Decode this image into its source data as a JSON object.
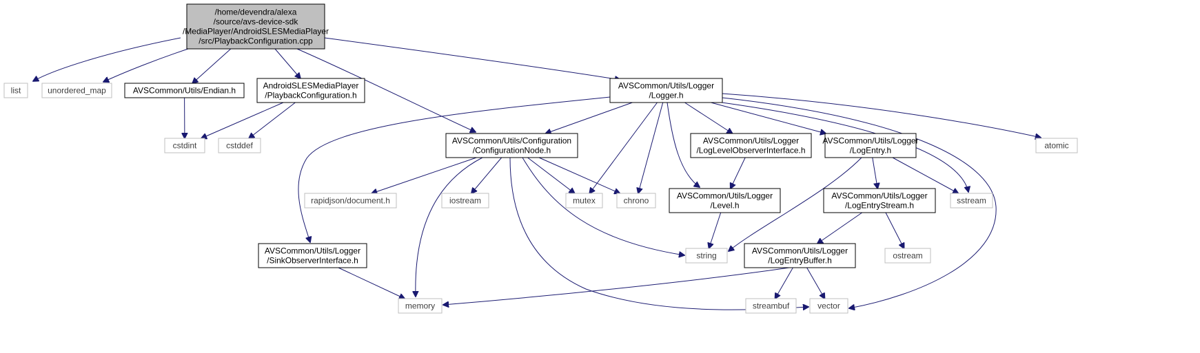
{
  "colors": {
    "edge": "#191970",
    "main_fill": "#bfbfbf",
    "header_border": "#000000",
    "system_border": "#bfbfbf"
  },
  "nodes": {
    "main": {
      "kind": "main",
      "lines": [
        "/home/devendra/alexa",
        "/source/avs-device-sdk",
        "/MediaPlayer/AndroidSLESMediaPlayer",
        "/src/PlaybackConfiguration.cpp"
      ]
    },
    "list": {
      "kind": "system",
      "lines": [
        "list"
      ]
    },
    "unordered_map": {
      "kind": "system",
      "lines": [
        "unordered_map"
      ]
    },
    "endian": {
      "kind": "header",
      "lines": [
        "AVSCommon/Utils/Endian.h"
      ]
    },
    "playback_h": {
      "kind": "header",
      "lines": [
        "AndroidSLESMediaPlayer",
        "/PlaybackConfiguration.h"
      ]
    },
    "logger": {
      "kind": "header",
      "lines": [
        "AVSCommon/Utils/Logger",
        "/Logger.h"
      ]
    },
    "cstdint": {
      "kind": "system",
      "lines": [
        "cstdint"
      ]
    },
    "cstddef": {
      "kind": "system",
      "lines": [
        "cstddef"
      ]
    },
    "config_node": {
      "kind": "header",
      "lines": [
        "AVSCommon/Utils/Configuration",
        "/ConfigurationNode.h"
      ]
    },
    "loglevelobs": {
      "kind": "header",
      "lines": [
        "AVSCommon/Utils/Logger",
        "/LogLevelObserverInterface.h"
      ]
    },
    "logentry": {
      "kind": "header",
      "lines": [
        "AVSCommon/Utils/Logger",
        "/LogEntry.h"
      ]
    },
    "atomic": {
      "kind": "system",
      "lines": [
        "atomic"
      ]
    },
    "rapidjson": {
      "kind": "system",
      "lines": [
        "rapidjson/document.h"
      ]
    },
    "iostream": {
      "kind": "system",
      "lines": [
        "iostream"
      ]
    },
    "mutex": {
      "kind": "system",
      "lines": [
        "mutex"
      ]
    },
    "chrono": {
      "kind": "system",
      "lines": [
        "chrono"
      ]
    },
    "level": {
      "kind": "header",
      "lines": [
        "AVSCommon/Utils/Logger",
        "/Level.h"
      ]
    },
    "logentrystream": {
      "kind": "header",
      "lines": [
        "AVSCommon/Utils/Logger",
        "/LogEntryStream.h"
      ]
    },
    "sstream": {
      "kind": "system",
      "lines": [
        "sstream"
      ]
    },
    "sinkobs": {
      "kind": "header",
      "lines": [
        "AVSCommon/Utils/Logger",
        "/SinkObserverInterface.h"
      ]
    },
    "string": {
      "kind": "system",
      "lines": [
        "string"
      ]
    },
    "logentrybuffer": {
      "kind": "header",
      "lines": [
        "AVSCommon/Utils/Logger",
        "/LogEntryBuffer.h"
      ]
    },
    "ostream": {
      "kind": "system",
      "lines": [
        "ostream"
      ]
    },
    "memory": {
      "kind": "system",
      "lines": [
        "memory"
      ]
    },
    "streambuf": {
      "kind": "system",
      "lines": [
        "streambuf"
      ]
    },
    "vector": {
      "kind": "system",
      "lines": [
        "vector"
      ]
    }
  },
  "edges": [
    [
      "main",
      "list"
    ],
    [
      "main",
      "unordered_map"
    ],
    [
      "main",
      "endian"
    ],
    [
      "main",
      "playback_h"
    ],
    [
      "main",
      "config_node"
    ],
    [
      "main",
      "logger"
    ],
    [
      "endian",
      "cstdint"
    ],
    [
      "playback_h",
      "cstdint"
    ],
    [
      "playback_h",
      "cstddef"
    ],
    [
      "logger",
      "sinkobs"
    ],
    [
      "logger",
      "config_node"
    ],
    [
      "logger",
      "mutex"
    ],
    [
      "logger",
      "chrono"
    ],
    [
      "logger",
      "level"
    ],
    [
      "logger",
      "loglevelobs"
    ],
    [
      "logger",
      "logentry"
    ],
    [
      "logger",
      "sstream"
    ],
    [
      "logger",
      "vector"
    ],
    [
      "logger",
      "atomic"
    ],
    [
      "config_node",
      "rapidjson"
    ],
    [
      "config_node",
      "memory"
    ],
    [
      "config_node",
      "iostream"
    ],
    [
      "config_node",
      "mutex"
    ],
    [
      "config_node",
      "chrono"
    ],
    [
      "config_node",
      "string"
    ],
    [
      "config_node",
      "vector"
    ],
    [
      "loglevelobs",
      "level"
    ],
    [
      "level",
      "string"
    ],
    [
      "logentry",
      "string"
    ],
    [
      "logentry",
      "logentrystream"
    ],
    [
      "logentry",
      "sstream"
    ],
    [
      "logentrystream",
      "logentrybuffer"
    ],
    [
      "logentrystream",
      "ostream"
    ],
    [
      "sinkobs",
      "memory"
    ],
    [
      "logentrybuffer",
      "memory"
    ],
    [
      "logentrybuffer",
      "streambuf"
    ],
    [
      "logentrybuffer",
      "vector"
    ]
  ]
}
